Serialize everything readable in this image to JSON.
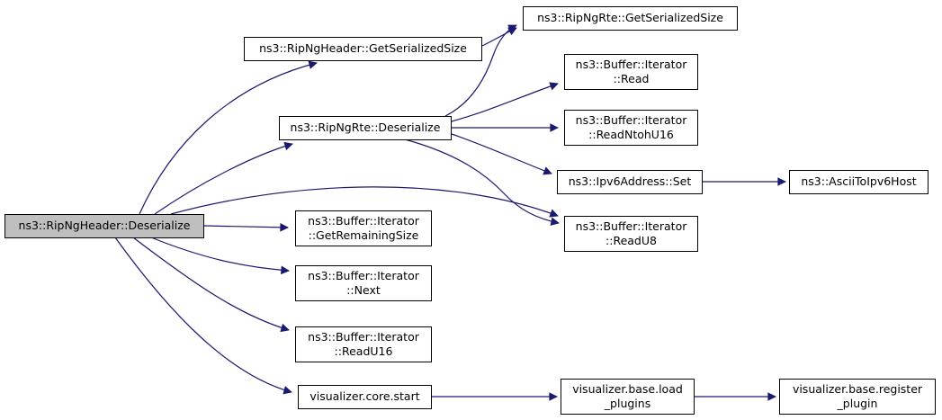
{
  "diagram": {
    "type": "doxygen-call-graph",
    "colors": {
      "edge": "#191970",
      "node_border": "#000000",
      "node_fill": "#ffffff",
      "root_fill": "#bfbfbf",
      "background": "#ffffff"
    },
    "nodes": {
      "root": {
        "label": "ns3::RipNgHeader::Deserialize"
      },
      "header_get_serialized_size": {
        "label": "ns3::RipNgHeader::GetSerializedSize"
      },
      "rte_get_serialized_size": {
        "label": "ns3::RipNgRte::GetSerializedSize"
      },
      "rte_deserialize": {
        "label": "ns3::RipNgRte::Deserialize"
      },
      "iterator_read": {
        "label": "ns3::Buffer::Iterator\n::Read"
      },
      "iterator_read_ntoh_u16": {
        "label": "ns3::Buffer::Iterator\n::ReadNtohU16"
      },
      "ipv6_address_set": {
        "label": "ns3::Ipv6Address::Set"
      },
      "ascii_to_ipv6_host": {
        "label": "ns3::AsciiToIpv6Host"
      },
      "iterator_read_u8": {
        "label": "ns3::Buffer::Iterator\n::ReadU8"
      },
      "iterator_get_remaining_size": {
        "label": "ns3::Buffer::Iterator\n::GetRemainingSize"
      },
      "iterator_next": {
        "label": "ns3::Buffer::Iterator\n::Next"
      },
      "iterator_read_u16": {
        "label": "ns3::Buffer::Iterator\n::ReadU16"
      },
      "visualizer_core_start": {
        "label": "visualizer.core.start"
      },
      "visualizer_base_load_plugins": {
        "label": "visualizer.base.load\n_plugins"
      },
      "visualizer_base_register_plugin": {
        "label": "visualizer.base.register\n_plugin"
      }
    },
    "edges": [
      {
        "from": "root",
        "to": "header_get_serialized_size"
      },
      {
        "from": "root",
        "to": "rte_deserialize"
      },
      {
        "from": "root",
        "to": "iterator_get_remaining_size"
      },
      {
        "from": "root",
        "to": "iterator_read_u8"
      },
      {
        "from": "root",
        "to": "iterator_next"
      },
      {
        "from": "root",
        "to": "iterator_read_u16"
      },
      {
        "from": "root",
        "to": "visualizer_core_start"
      },
      {
        "from": "header_get_serialized_size",
        "to": "rte_get_serialized_size"
      },
      {
        "from": "rte_deserialize",
        "to": "rte_get_serialized_size"
      },
      {
        "from": "rte_deserialize",
        "to": "iterator_read"
      },
      {
        "from": "rte_deserialize",
        "to": "iterator_read_ntoh_u16"
      },
      {
        "from": "rte_deserialize",
        "to": "ipv6_address_set"
      },
      {
        "from": "rte_deserialize",
        "to": "iterator_read_u8"
      },
      {
        "from": "ipv6_address_set",
        "to": "ascii_to_ipv6_host"
      },
      {
        "from": "visualizer_core_start",
        "to": "visualizer_base_load_plugins"
      },
      {
        "from": "visualizer_base_load_plugins",
        "to": "visualizer_base_register_plugin"
      }
    ]
  }
}
